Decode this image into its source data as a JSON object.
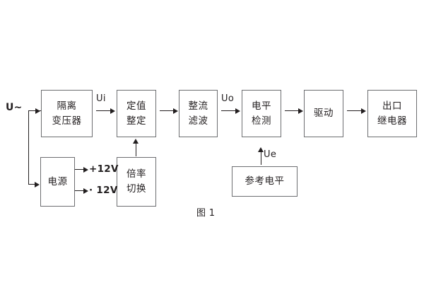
{
  "figure": {
    "caption": "图 1",
    "line_color": "#6d6e71",
    "text_color": "#231f20",
    "background": "#ffffff"
  },
  "blocks": [
    {
      "id": "isolation-transformer",
      "lines": [
        "隔离",
        "变压器"
      ]
    },
    {
      "id": "setting-value",
      "lines": [
        "定值",
        "整定"
      ]
    },
    {
      "id": "rectify-filter",
      "lines": [
        "整流",
        "滤波"
      ]
    },
    {
      "id": "level-detection",
      "lines": [
        "电平",
        "检测"
      ]
    },
    {
      "id": "drive",
      "lines": [
        "驱动"
      ]
    },
    {
      "id": "output-relay",
      "lines": [
        "出口",
        "继电器"
      ]
    },
    {
      "id": "power-supply",
      "lines": [
        "电源"
      ]
    },
    {
      "id": "multiplier-switch",
      "lines": [
        "倍率",
        "切换"
      ]
    },
    {
      "id": "reference-level",
      "lines": [
        "参考电平"
      ]
    }
  ],
  "labels": {
    "source": "U~",
    "ui": "Ui",
    "uo": "Uo",
    "ue": "Ue",
    "rail_positive": "+12V",
    "rail_negative": "· 12V"
  }
}
